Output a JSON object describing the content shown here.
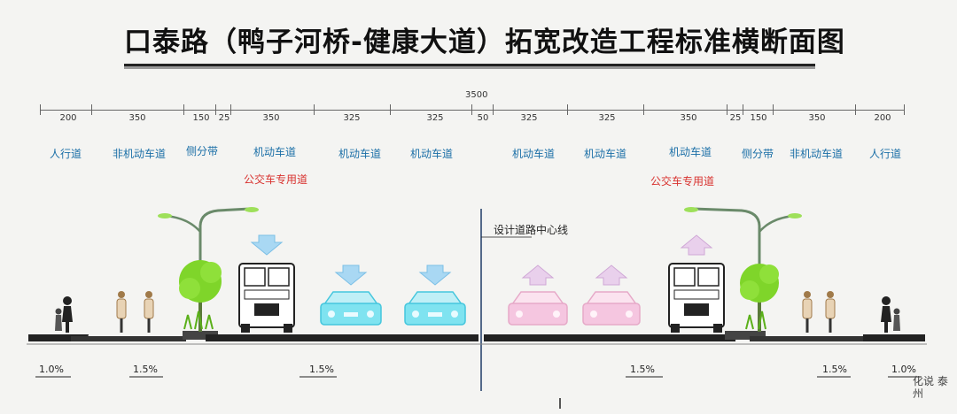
{
  "title": "口泰路（鸭子河桥-健康大道）拓宽改造工程标准横断面图",
  "total_width": "3500",
  "segments": [
    "200",
    "350",
    "150",
    "25",
    "350",
    "325",
    "325",
    "50",
    "325",
    "325",
    "350",
    "25",
    "150",
    "350",
    "200"
  ],
  "lanes": [
    "人行道",
    "非机动车道",
    "侧分带",
    "机动车道",
    "机动车道",
    "机动车道",
    "机动车道",
    "机动车道",
    "机动车道",
    "侧分带",
    "非机动车道",
    "人行道"
  ],
  "bus_lanes": [
    "公交车专用道",
    "公交车专用道"
  ],
  "centerline_label": "设计道路中心线",
  "slopes": [
    "1.0%",
    "1.5%",
    "1.5%",
    "1.5%",
    "1.5%",
    "1.0%"
  ],
  "watermark": "化说 泰州",
  "colors": {
    "lane_text": "#1b6fa7",
    "bus_text": "#d8322f",
    "tree": "#7fd52a",
    "lamp": "#9ee05a",
    "car_left": "#7fe3f0",
    "car_right": "#f5c6e0",
    "arrow_left": "#a9d8f3",
    "arrow_right": "#e9d0ec"
  }
}
